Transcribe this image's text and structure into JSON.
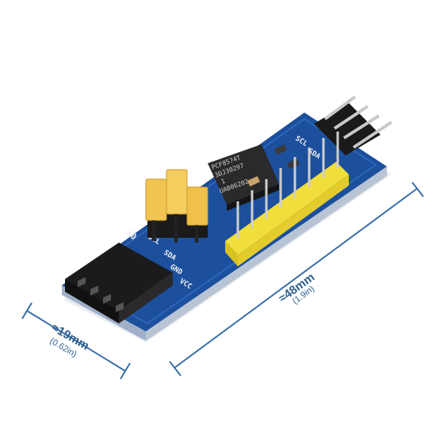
{
  "dimensions": {
    "width": {
      "label": "≈19mm",
      "sub": "(0.62in)"
    },
    "length": {
      "label": "≈48mm",
      "sub": "(1.9in)"
    }
  },
  "silkscreen": {
    "a0": "A0",
    "scl_left": "SCL",
    "sda_left": "SDA",
    "gnd_left": "GND",
    "vcc_left": "VCC",
    "scl_right": "SCL",
    "sda_right": "SDA"
  },
  "chip": {
    "line1": "PCF8574T",
    "line2": "3DJ30297",
    "line3": "1",
    "line4": "UAB06202"
  },
  "colors": {
    "board": "#1c4f9c",
    "board_edge": "#0e3a7a",
    "pin_header": "#f0de3a",
    "jumper": "#f2c451",
    "chip": "#2a2a2a",
    "dimension": "#3a6fa8"
  }
}
